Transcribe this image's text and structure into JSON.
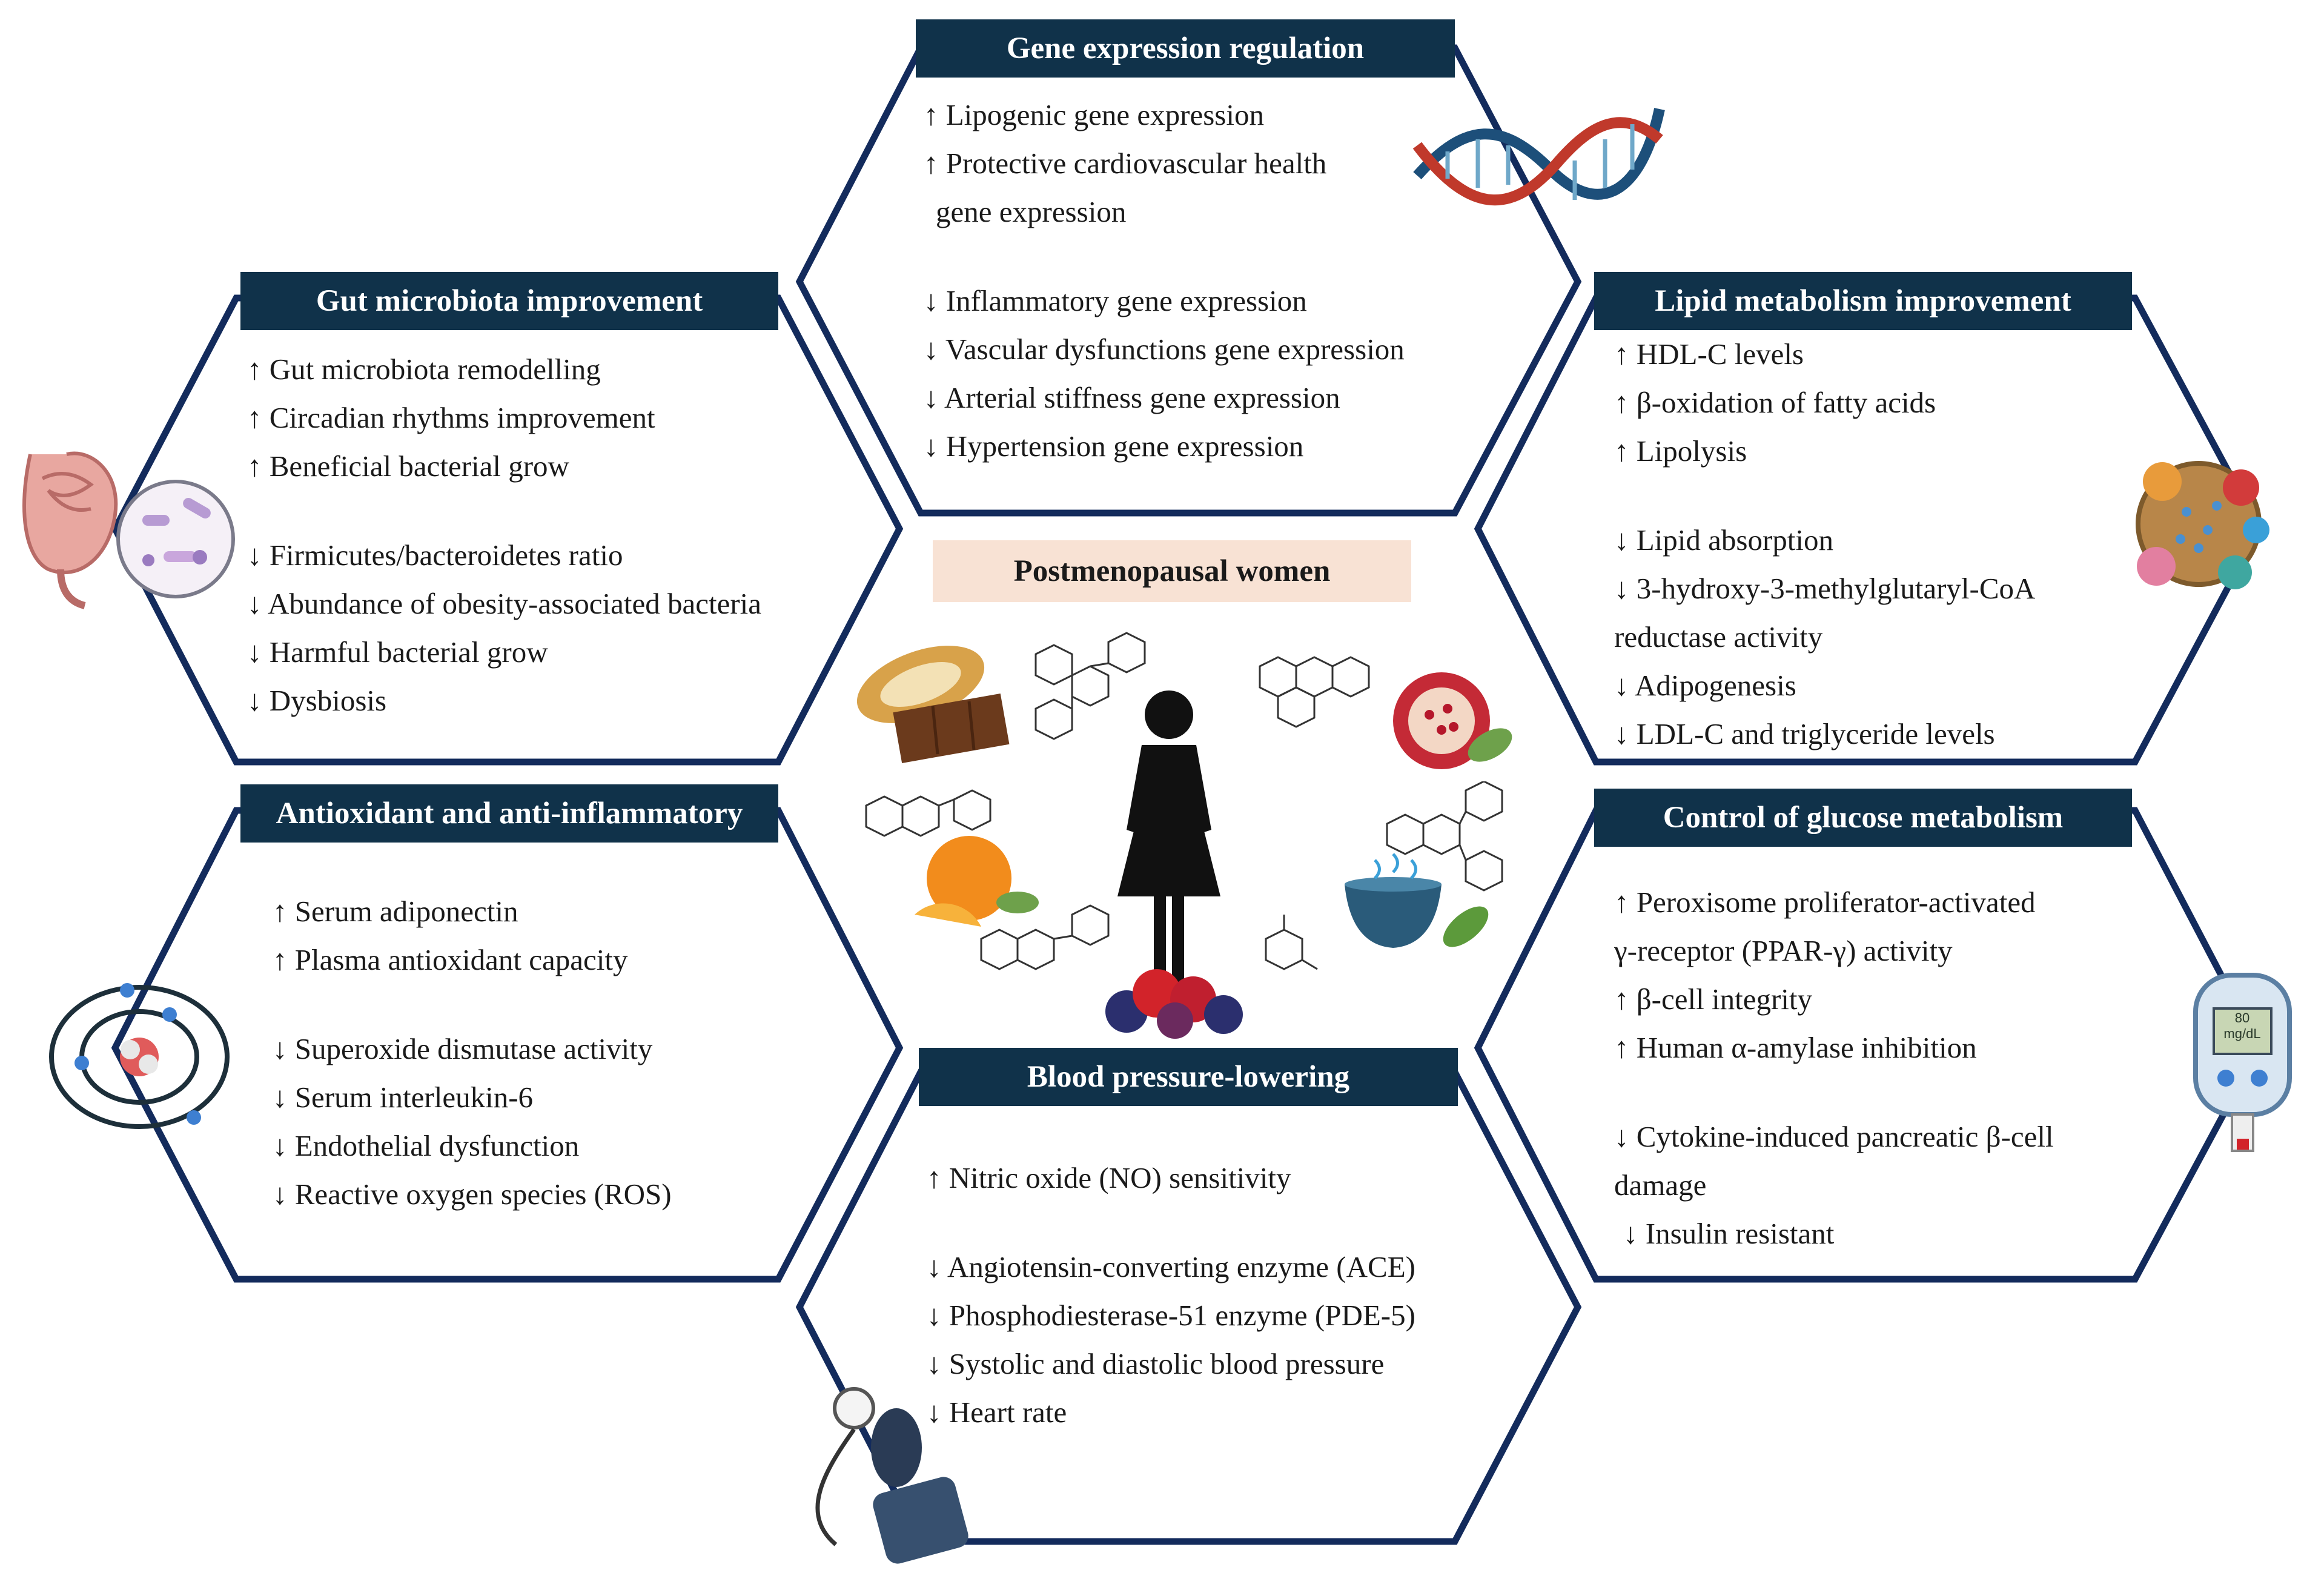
{
  "center": {
    "title": "Postmenopausal women"
  },
  "panels": {
    "gene": {
      "title": "Gene expression regulation",
      "items": [
        "↑ Lipogenic gene expression",
        "↑  Protective cardiovascular health",
        "gene expression",
        "↓ Inflammatory gene expression",
        "↓ Vascular dysfunctions gene expression",
        "↓ Arterial stiffness gene expression",
        "↓ Hypertension gene expression"
      ]
    },
    "gut": {
      "title": "Gut microbiota improvement",
      "items": [
        "↑ Gut microbiota remodelling",
        "↑ Circadian rhythms improvement",
        "↑ Beneficial bacterial grow",
        "↓ Firmicutes/bacteroidetes ratio",
        "↓ Abundance of obesity-associated bacteria",
        "↓ Harmful bacterial grow",
        "↓ Dysbiosis"
      ]
    },
    "lipid": {
      "title": "Lipid metabolism improvement",
      "items": [
        "↑ HDL-C levels",
        "↑ β-oxidation of fatty acids",
        "↑ Lipolysis",
        "↓ Lipid absorption",
        "↓ 3-hydroxy-3-methylglutaryl-CoA",
        "reductase activity",
        "↓ Adipogenesis",
        "↓ LDL-C and triglyceride levels"
      ]
    },
    "antiox": {
      "title": "Antioxidant and anti-inflammatory",
      "items": [
        "↑  Serum adiponectin",
        "↑  Plasma antioxidant capacity",
        "↓ Superoxide dismutase activity",
        "↓ Serum interleukin-6",
        "↓ Endothelial dysfunction",
        "↓ Reactive oxygen species (ROS)"
      ]
    },
    "glucose": {
      "title": "Control of glucose metabolism",
      "items": [
        "↑ Peroxisome proliferator-activated",
        "γ-receptor (PPAR-γ) activity",
        "↑ β-cell integrity",
        "↑ Human α-amylase inhibition",
        "↓ Cytokine-induced pancreatic β-cell",
        "damage",
        "↓ Insulin resistant"
      ]
    },
    "bp": {
      "title": "Blood pressure-lowering",
      "items": [
        "↑ Nitric oxide (NO) sensitivity",
        "↓ Angiotensin-converting enzyme (ACE)",
        "↓ Phosphodiesterase-51 enzyme (PDE-5)",
        "↓ Systolic  and diastolic blood pressure",
        "↓ Heart rate"
      ]
    }
  },
  "glucometer": {
    "reading": "80",
    "unit": "mg/dL"
  },
  "colors": {
    "navy": "#10324a",
    "outline": "#132b5c",
    "center_bg": "#f8e2d4"
  }
}
